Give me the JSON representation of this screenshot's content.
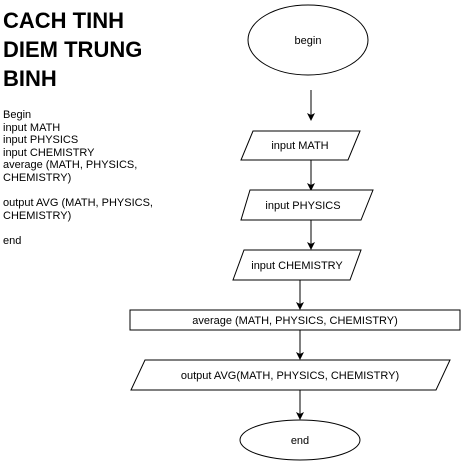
{
  "title_lines": [
    "CACH TINH",
    "DIEM TRUNG",
    "BINH"
  ],
  "pseudocode_lines": [
    "Begin",
    "input MATH",
    "input PHYSICS",
    "input CHEMISTRY",
    "average (MATH, PHYSICS,",
    "CHEMISTRY)",
    "",
    "output AVG (MATH, PHYSICS,",
    "CHEMISTRY)",
    "",
    "end"
  ],
  "flowchart": {
    "begin": "begin",
    "input_math": "input MATH",
    "input_physics": "input PHYSICS",
    "input_chemistry": "input CHEMISTRY",
    "average": "average (MATH, PHYSICS, CHEMISTRY)",
    "output": "output AVG(MATH, PHYSICS, CHEMISTRY)",
    "end": "end"
  }
}
